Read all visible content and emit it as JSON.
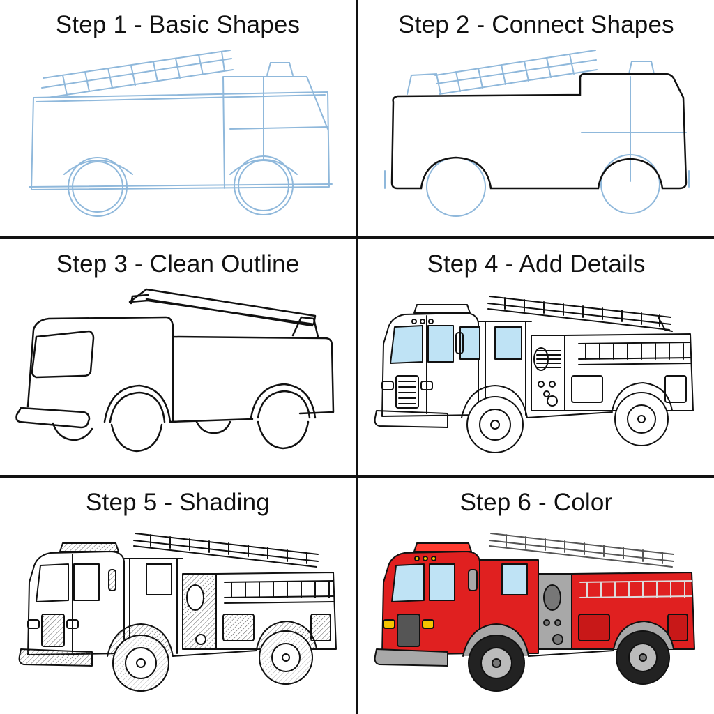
{
  "steps": [
    {
      "title": "Step 1 - Basic Shapes"
    },
    {
      "title": "Step 2 - Connect Shapes"
    },
    {
      "title": "Step 3 - Clean Outline"
    },
    {
      "title": "Step 4 - Add Details"
    },
    {
      "title": "Step 5 - Shading"
    },
    {
      "title": "Step 6 - Color"
    }
  ],
  "colors": {
    "sketch_blue": "#8fb8db",
    "ink": "#111111",
    "truck_red": "#e02020",
    "chrome_gray": "#a8a8a8",
    "window_blue": "#bfe3f5",
    "light_yellow": "#f5c400",
    "light_red": "#ff3b30"
  },
  "icons": {
    "step1": "fire-truck-sketch-icon",
    "step2": "fire-truck-connected-icon",
    "step3": "fire-truck-outline-icon",
    "step4": "fire-truck-detailed-icon",
    "step5": "fire-truck-shaded-icon",
    "step6": "fire-truck-colored-icon"
  }
}
